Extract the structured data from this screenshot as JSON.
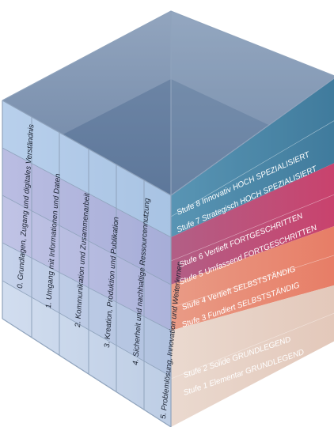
{
  "diagram": {
    "areas": [
      "0. Grundlagen, Zugang und digitales Verständnis",
      "1. Umgang mit Informationen und Daten",
      "2. Kommunikation und Zusammenarbeit",
      "3. Kreation, Produktion und Publikation",
      "4. Sicherheit und nachhaltige Ressourcennutzung",
      "5. Problemlösung, Innovation und Weiterlernen"
    ],
    "levels": [
      "Stufe 8 Innovativ HOCH SPEZIALISIERT",
      "Stufe 7 Strategisch HOCH SPEZIALISIERT",
      "Stufe 6 Vertieft FORTGESCHRITTEN",
      "Stufe 5 Umfassend FORTGESCHRITTEN",
      "Stufe 4 Vertieft SELBSTSTÄNDIG",
      "Stufe 3 Fundiert SELBSTSTÄNDIG",
      "Stufe 2 Solide GRUNDLEGEND",
      "Stufe 1 Elementar GRUNDLEGEND"
    ],
    "colors": {
      "top_face": "#6d87a8",
      "left_face": "#b9cde6",
      "band_spezialisiert": "#2f7ea0",
      "band_fortgeschritten": "#c0507a",
      "band_selbststaendig": "#ea8f78",
      "band_grundlegend": "#ead3c8",
      "edge": "#8fa3bc"
    }
  }
}
